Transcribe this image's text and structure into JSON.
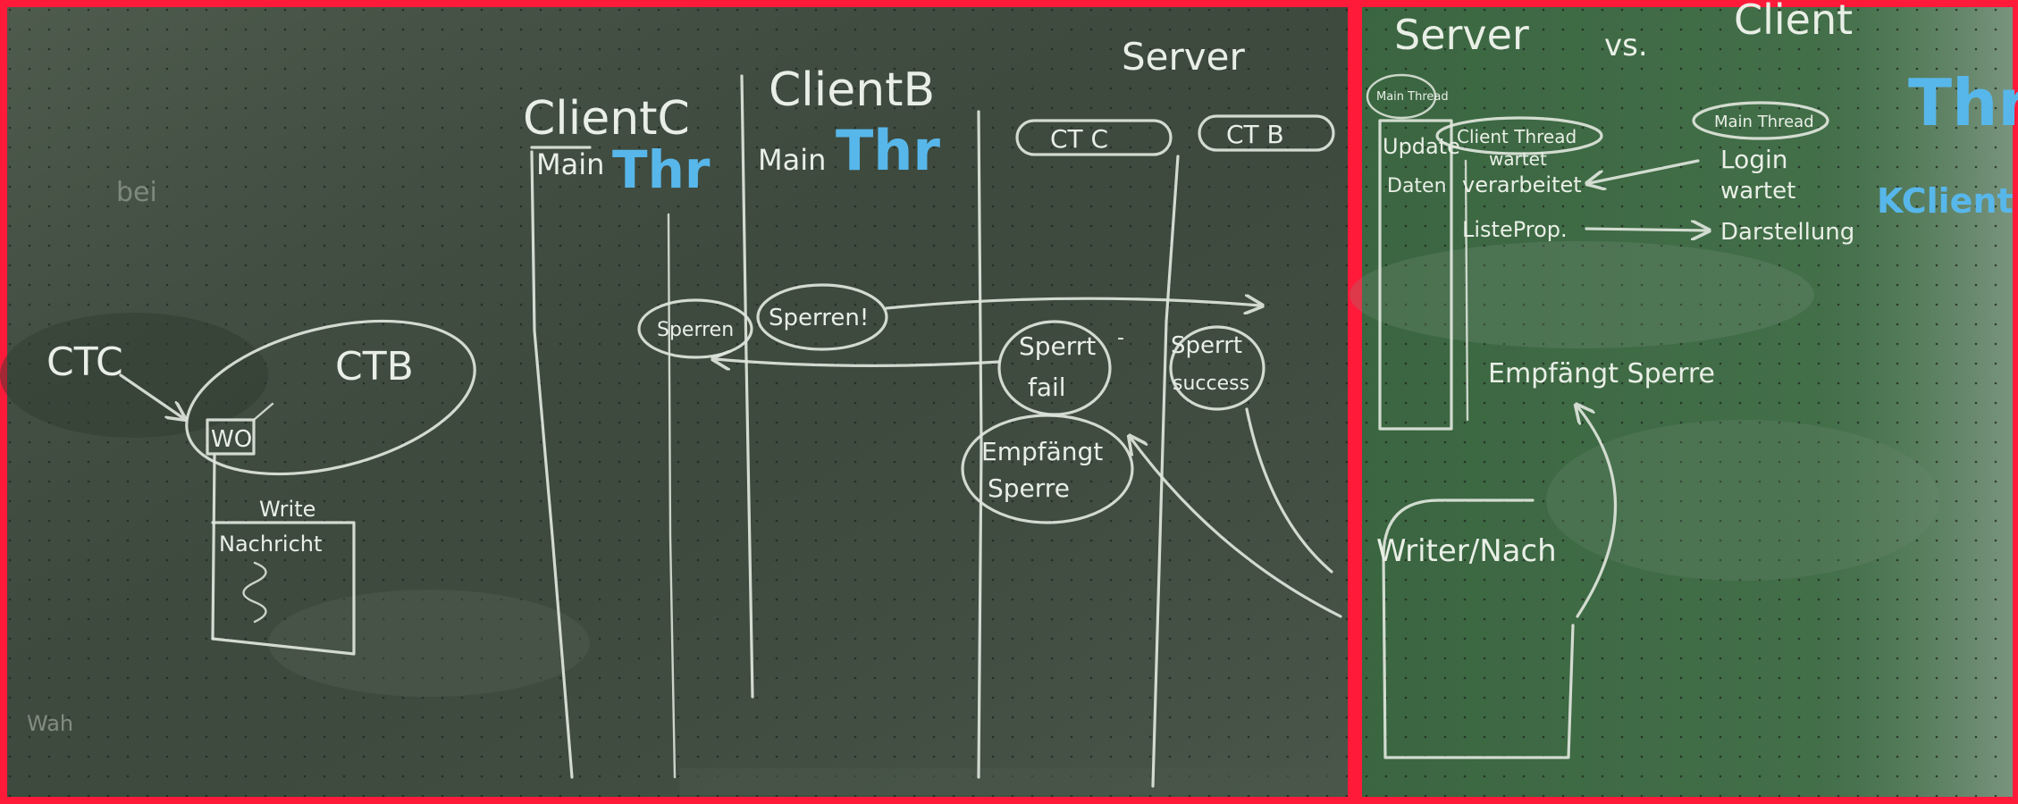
{
  "colors": {
    "frame": "#ff1a3a",
    "board": "#3e4a3e",
    "chalk": "#e9efe6",
    "chalk_blue": "#58b7ea"
  },
  "left_board": {
    "faint_top_text": "bei",
    "ctc_label": "CTC",
    "ctb_label": "CTB",
    "wo_label": "WO",
    "write_label": "Write",
    "nachricht_label": "Nachricht",
    "faint_bottom_text": "Wah",
    "client_c_header": "ClientC",
    "client_b_header": "ClientB",
    "main_c": "Main",
    "thr_c": "Thr",
    "main_b": "Main",
    "thr_b": "Thr",
    "server_header": "Server",
    "ct_c_label": "CT C",
    "ct_b_label": "CT B",
    "sperren_c": "Sperren",
    "sperren_b": "Sperren!",
    "sperrt_fail_1": "Sperrt",
    "sperrt_fail_2": "fail",
    "sperrt_success_1": "Sperrt",
    "sperrt_success_2": "success",
    "empfangen_1": "Empfängt",
    "empfangen_2": "Sperre"
  },
  "right_board": {
    "title_server": "Server",
    "title_vs": "vs.",
    "title_client": "Client",
    "main_thread_small": "Main Thread",
    "update_1": "Update",
    "update_2": "Daten",
    "client_thread_label": "Client Thread",
    "wartet_1": "wartet",
    "verarbeitet": "verarbeitet",
    "liste_prop": "ListeProp.",
    "main_thread_label": "Main Thread",
    "login": "Login",
    "wartet_2": "wartet",
    "darstellung": "Darstellung",
    "thr_blue": "Thr",
    "kclient_blue": "KClient",
    "empfaengt_sperre": "Empfängt Sperre",
    "writer_label": "Writer/Nach"
  }
}
